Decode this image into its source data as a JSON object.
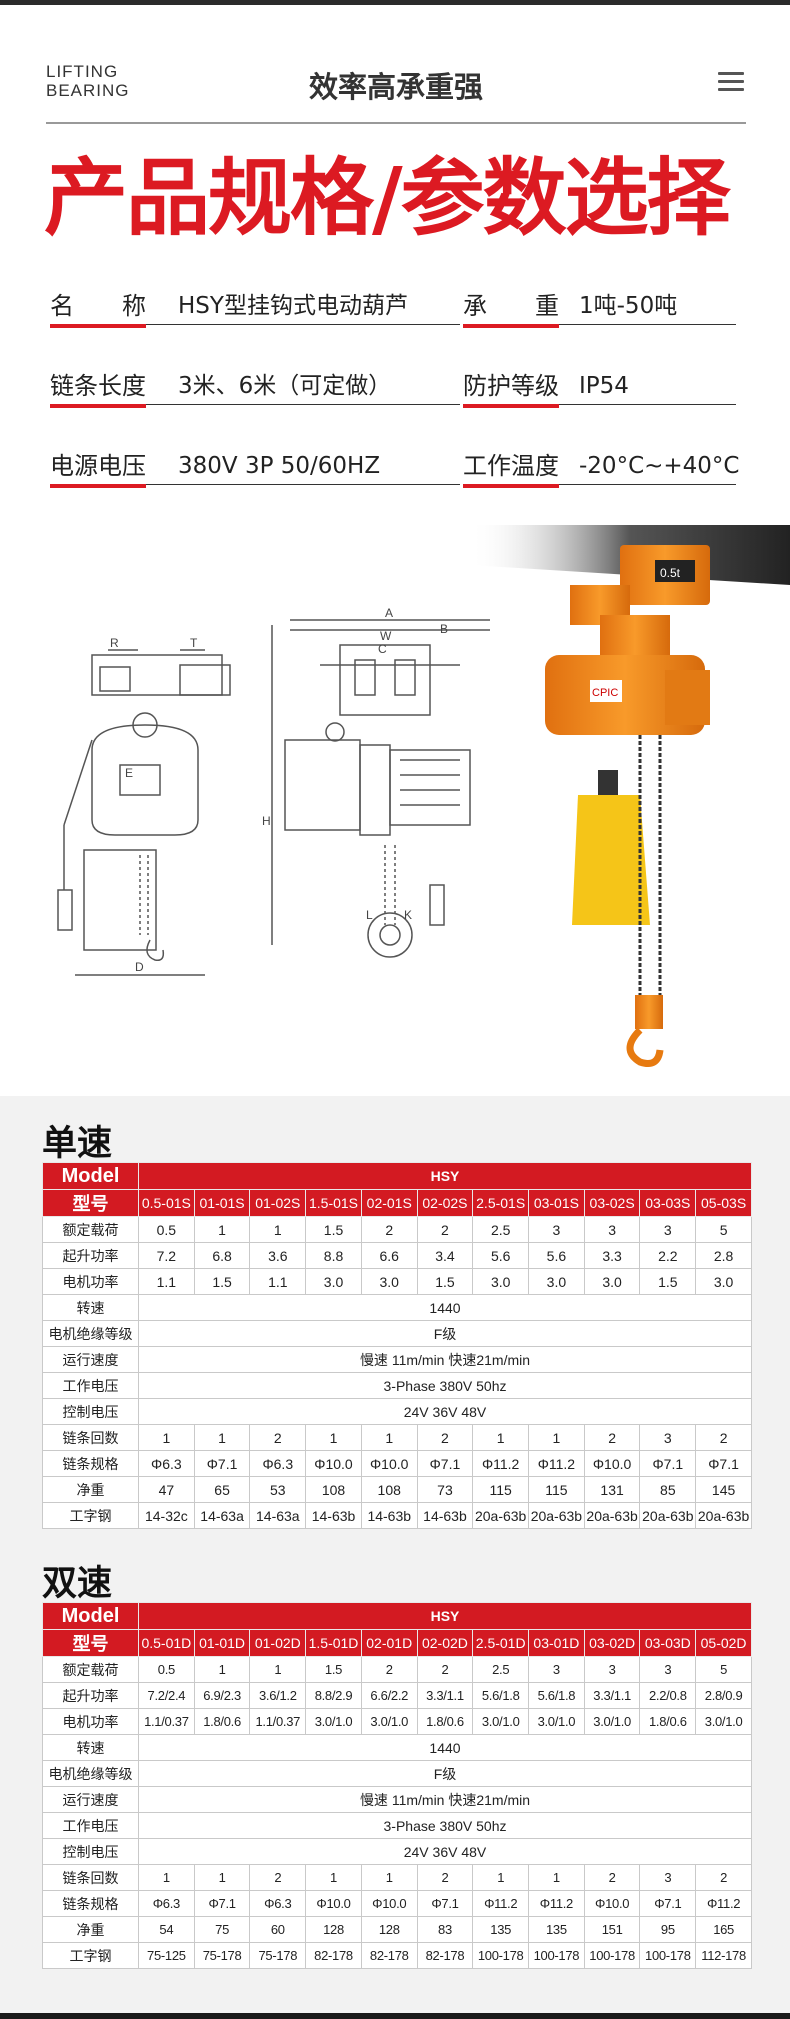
{
  "header": {
    "brand_line1": "LIFTING",
    "brand_line2": "BEARING",
    "title": "效率高承重强"
  },
  "main_title": "产品规格/参数选择",
  "specs": {
    "name_label": "名　　称",
    "name_value": "HSY型挂钩式电动葫芦",
    "load_label": "承　　重",
    "load_value": "1吨-50吨",
    "chain_label": "链条长度",
    "chain_value": "3米、6米（可定做）",
    "protect_label": "防护等级",
    "protect_value": "IP54",
    "power_label": "电源电压",
    "power_value": "380V 3P 50/60HZ",
    "temp_label": "工作温度",
    "temp_value": "-20°C~+40°C"
  },
  "diagram": {
    "labels": [
      "A",
      "B",
      "R",
      "T",
      "C",
      "W",
      "E",
      "H",
      "D",
      "L",
      "K"
    ],
    "hoist_display": "0.5t",
    "hoist_brand": "CPIC"
  },
  "colors": {
    "accent": "#dc1a22",
    "table_header": "#d31a22",
    "hoist_orange": "#f08a1e",
    "bag_yellow": "#f5c518"
  },
  "single_speed": {
    "title": "单速",
    "model_label": "Model",
    "series": "HSY",
    "type_label": "型号",
    "models": [
      "0.5-01S",
      "01-01S",
      "01-02S",
      "1.5-01S",
      "02-01S",
      "02-02S",
      "2.5-01S",
      "03-01S",
      "03-02S",
      "03-03S",
      "05-03S"
    ],
    "rows": [
      {
        "label": "额定载荷",
        "values": [
          "0.5",
          "1",
          "1",
          "1.5",
          "2",
          "2",
          "2.5",
          "3",
          "3",
          "3",
          "5"
        ]
      },
      {
        "label": "起升功率",
        "values": [
          "7.2",
          "6.8",
          "3.6",
          "8.8",
          "6.6",
          "3.4",
          "5.6",
          "5.6",
          "3.3",
          "2.2",
          "2.8"
        ]
      },
      {
        "label": "电机功率",
        "values": [
          "1.1",
          "1.5",
          "1.1",
          "3.0",
          "3.0",
          "1.5",
          "3.0",
          "3.0",
          "3.0",
          "1.5",
          "3.0"
        ]
      }
    ],
    "merged": [
      {
        "label": "转速",
        "value": "1440"
      },
      {
        "label": "电机绝缘等级",
        "value": "F级"
      },
      {
        "label": "运行速度",
        "value": "慢速 11m/min  快速21m/min"
      },
      {
        "label": "工作电压",
        "value": "3-Phase 380V 50hz"
      },
      {
        "label": "控制电压",
        "value": "24V 36V 48V"
      }
    ],
    "rows2": [
      {
        "label": "链条回数",
        "values": [
          "1",
          "1",
          "2",
          "1",
          "1",
          "2",
          "1",
          "1",
          "2",
          "3",
          "2"
        ]
      },
      {
        "label": "链条规格",
        "values": [
          "Φ6.3",
          "Φ7.1",
          "Φ6.3",
          "Φ10.0",
          "Φ10.0",
          "Φ7.1",
          "Φ11.2",
          "Φ11.2",
          "Φ10.0",
          "Φ7.1",
          "Φ7.1"
        ]
      },
      {
        "label": "净重",
        "values": [
          "47",
          "65",
          "53",
          "108",
          "108",
          "73",
          "115",
          "115",
          "131",
          "85",
          "145"
        ]
      },
      {
        "label": "工字钢",
        "values": [
          "14-32c",
          "14-63a",
          "14-63a",
          "14-63b",
          "14-63b",
          "14-63b",
          "20a-63b",
          "20a-63b",
          "20a-63b",
          "20a-63b",
          "20a-63b"
        ]
      }
    ]
  },
  "double_speed": {
    "title": "双速",
    "model_label": "Model",
    "series": "HSY",
    "type_label": "型号",
    "models": [
      "0.5-01D",
      "01-01D",
      "01-02D",
      "1.5-01D",
      "02-01D",
      "02-02D",
      "2.5-01D",
      "03-01D",
      "03-02D",
      "03-03D",
      "05-02D"
    ],
    "rows": [
      {
        "label": "额定载荷",
        "values": [
          "0.5",
          "1",
          "1",
          "1.5",
          "2",
          "2",
          "2.5",
          "3",
          "3",
          "3",
          "5"
        ]
      },
      {
        "label": "起升功率",
        "values": [
          "7.2/2.4",
          "6.9/2.3",
          "3.6/1.2",
          "8.8/2.9",
          "6.6/2.2",
          "3.3/1.1",
          "5.6/1.8",
          "5.6/1.8",
          "3.3/1.1",
          "2.2/0.8",
          "2.8/0.9"
        ]
      },
      {
        "label": "电机功率",
        "values": [
          "1.1/0.37",
          "1.8/0.6",
          "1.1/0.37",
          "3.0/1.0",
          "3.0/1.0",
          "1.8/0.6",
          "3.0/1.0",
          "3.0/1.0",
          "3.0/1.0",
          "1.8/0.6",
          "3.0/1.0"
        ]
      }
    ],
    "merged": [
      {
        "label": "转速",
        "value": "1440"
      },
      {
        "label": "电机绝缘等级",
        "value": "F级"
      },
      {
        "label": "运行速度",
        "value": "慢速 11m/min  快速21m/min"
      },
      {
        "label": "工作电压",
        "value": "3-Phase 380V 50hz"
      },
      {
        "label": "控制电压",
        "value": "24V 36V 48V"
      }
    ],
    "rows2": [
      {
        "label": "链条回数",
        "values": [
          "1",
          "1",
          "2",
          "1",
          "1",
          "2",
          "1",
          "1",
          "2",
          "3",
          "2"
        ]
      },
      {
        "label": "链条规格",
        "values": [
          "Φ6.3",
          "Φ7.1",
          "Φ6.3",
          "Φ10.0",
          "Φ10.0",
          "Φ7.1",
          "Φ11.2",
          "Φ11.2",
          "Φ10.0",
          "Φ7.1",
          "Φ11.2"
        ]
      },
      {
        "label": "净重",
        "values": [
          "54",
          "75",
          "60",
          "128",
          "128",
          "83",
          "135",
          "135",
          "151",
          "95",
          "165"
        ]
      },
      {
        "label": "工字钢",
        "values": [
          "75-125",
          "75-178",
          "75-178",
          "82-178",
          "82-178",
          "82-178",
          "100-178",
          "100-178",
          "100-178",
          "100-178",
          "112-178"
        ]
      }
    ]
  }
}
